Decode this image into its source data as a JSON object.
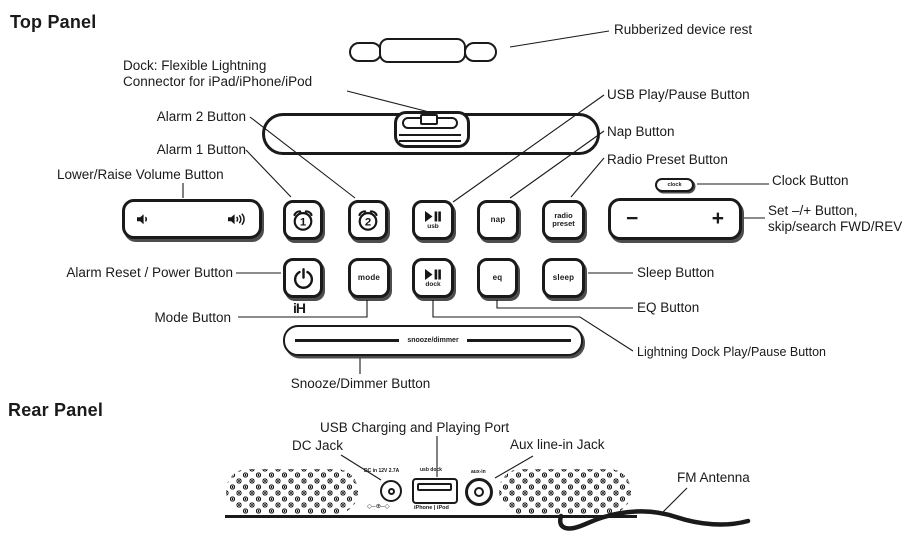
{
  "headings": {
    "top_panel": "Top Panel",
    "rear_panel": "Rear Panel"
  },
  "labels": {
    "rubberized": "Rubberized device rest",
    "dock_line1": "Dock: Flexible Lightning",
    "dock_line2": "Connector for iPad/iPhone/iPod",
    "alarm2": "Alarm 2 Button",
    "alarm1": "Alarm 1 Button",
    "volume": "Lower/Raise Volume Button",
    "usb_play": "USB Play/Pause Button",
    "nap": "Nap Button",
    "radio_preset": "Radio Preset Button",
    "clock": "Clock Button",
    "set_line1": "Set –/+ Button,",
    "set_line2": "skip/search FWD/REV",
    "power": "Alarm Reset / Power Button",
    "mode": "Mode Button",
    "sleep": "Sleep Button",
    "eq": "EQ Button",
    "dock_play": "Lightning Dock Play/Pause Button",
    "snooze": "Snooze/Dimmer Button",
    "usb_port": "USB Charging and Playing Port",
    "dc_jack": "DC Jack",
    "aux_jack": "Aux line-in Jack",
    "fm_antenna": "FM Antenna"
  },
  "buttons": {
    "alarm1_num": "1",
    "alarm2_num": "2",
    "usb_sub": "usb",
    "dock_sub": "dock",
    "nap": "nap",
    "radio_line1": "radio",
    "radio_line2": "preset",
    "mode": "mode",
    "eq": "eq",
    "sleep": "sleep",
    "clock": "clock",
    "minus": "−",
    "plus": "+",
    "snooze_dimmer": "snooze/dimmer",
    "logo": "iH"
  },
  "rear": {
    "dc_text": "DC in 12V 2.7A",
    "polarity": "◇–⊕–◇",
    "usb_top": "usb dock",
    "usb_bottom": "iPhone | iPod",
    "aux_top": "aux-in"
  },
  "colors": {
    "ink": "#1a1a1a",
    "shadow": "#4d4d4d",
    "background": "#ffffff"
  }
}
